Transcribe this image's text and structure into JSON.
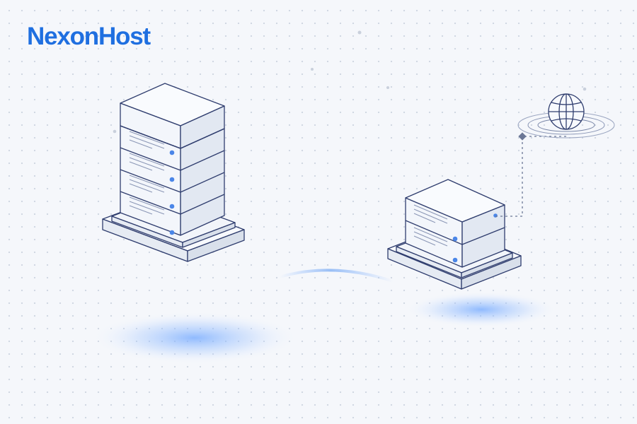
{
  "brand": {
    "name": "NexonHost",
    "colors": {
      "brand_blue": "#1f6fe0",
      "line_navy": "#2f3d6e",
      "face_light": "#f7f9fd",
      "face_mid": "#eef2f8",
      "face_dark": "#e2e8f2",
      "led_blue": "#4a86e8",
      "glow_blue": "#6ea6ff",
      "background": "#f5f7fb"
    }
  },
  "illustration": {
    "tall_server": {
      "units": 4,
      "led_count": 4,
      "icon": "server-rack-icon"
    },
    "small_server": {
      "units": 2,
      "led_count": 2,
      "icon": "server-rack-icon"
    },
    "network_node": {
      "icon": "globe-icon"
    }
  }
}
